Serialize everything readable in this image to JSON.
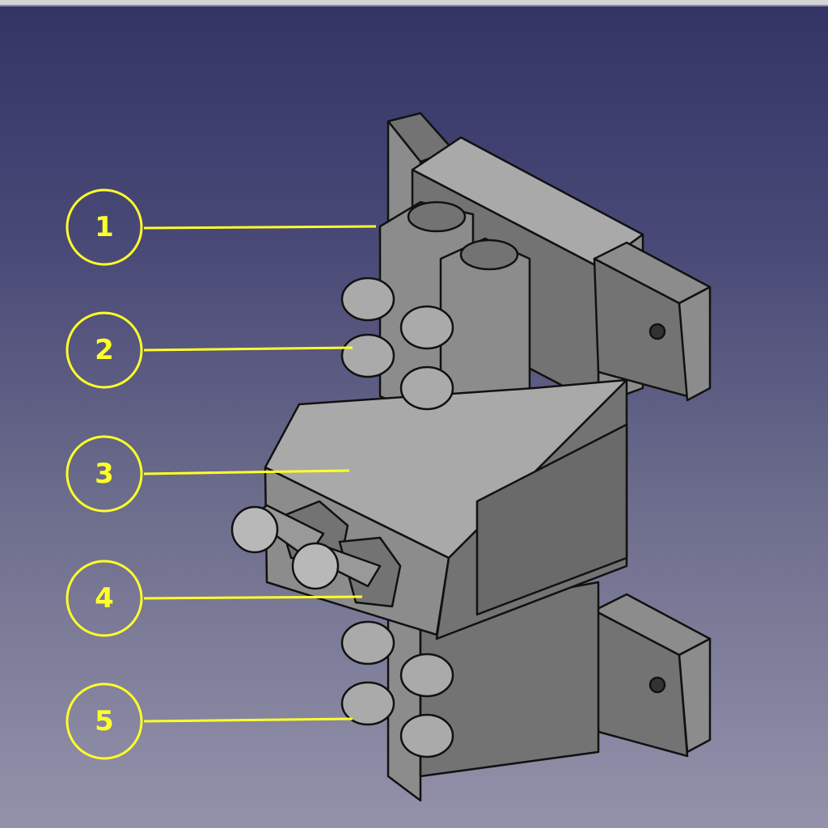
{
  "window": {
    "title_bar": ""
  },
  "viewport": {
    "background_top": "#333465",
    "background_bottom": "#9492aa",
    "annotation_color": "#ffff2a",
    "model_color": "#8c8c8c"
  },
  "balloons": [
    {
      "label": "1"
    },
    {
      "label": "2"
    },
    {
      "label": "3"
    },
    {
      "label": "4"
    },
    {
      "label": "5"
    }
  ]
}
